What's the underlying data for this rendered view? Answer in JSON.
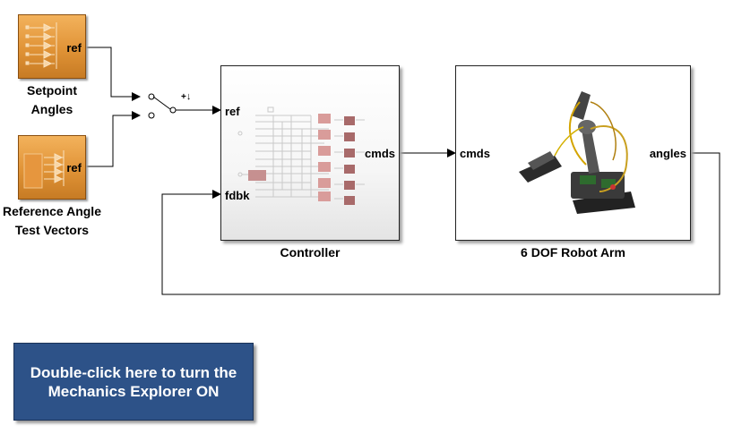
{
  "blocks": {
    "setpoint": {
      "port_out": "ref",
      "caption_line1": "Setpoint",
      "caption_line2": "Angles"
    },
    "reference": {
      "port_out": "ref",
      "caption_line1": "Reference Angle",
      "caption_line2": "Test Vectors"
    },
    "controller": {
      "port_in_ref": "ref",
      "port_in_fdbk": "fdbk",
      "port_out": "cmds",
      "caption": "Controller"
    },
    "robot": {
      "port_in": "cmds",
      "port_out": "angles",
      "caption": "6 DOF Robot Arm"
    }
  },
  "switch": {
    "symbol": "+",
    "arrow": "↓"
  },
  "note": {
    "text": "Double-click here to turn the Mechanics Explorer ON"
  },
  "colors": {
    "orange_block": "#e09336",
    "note_bg": "#2d5288",
    "wire": "#000000"
  }
}
